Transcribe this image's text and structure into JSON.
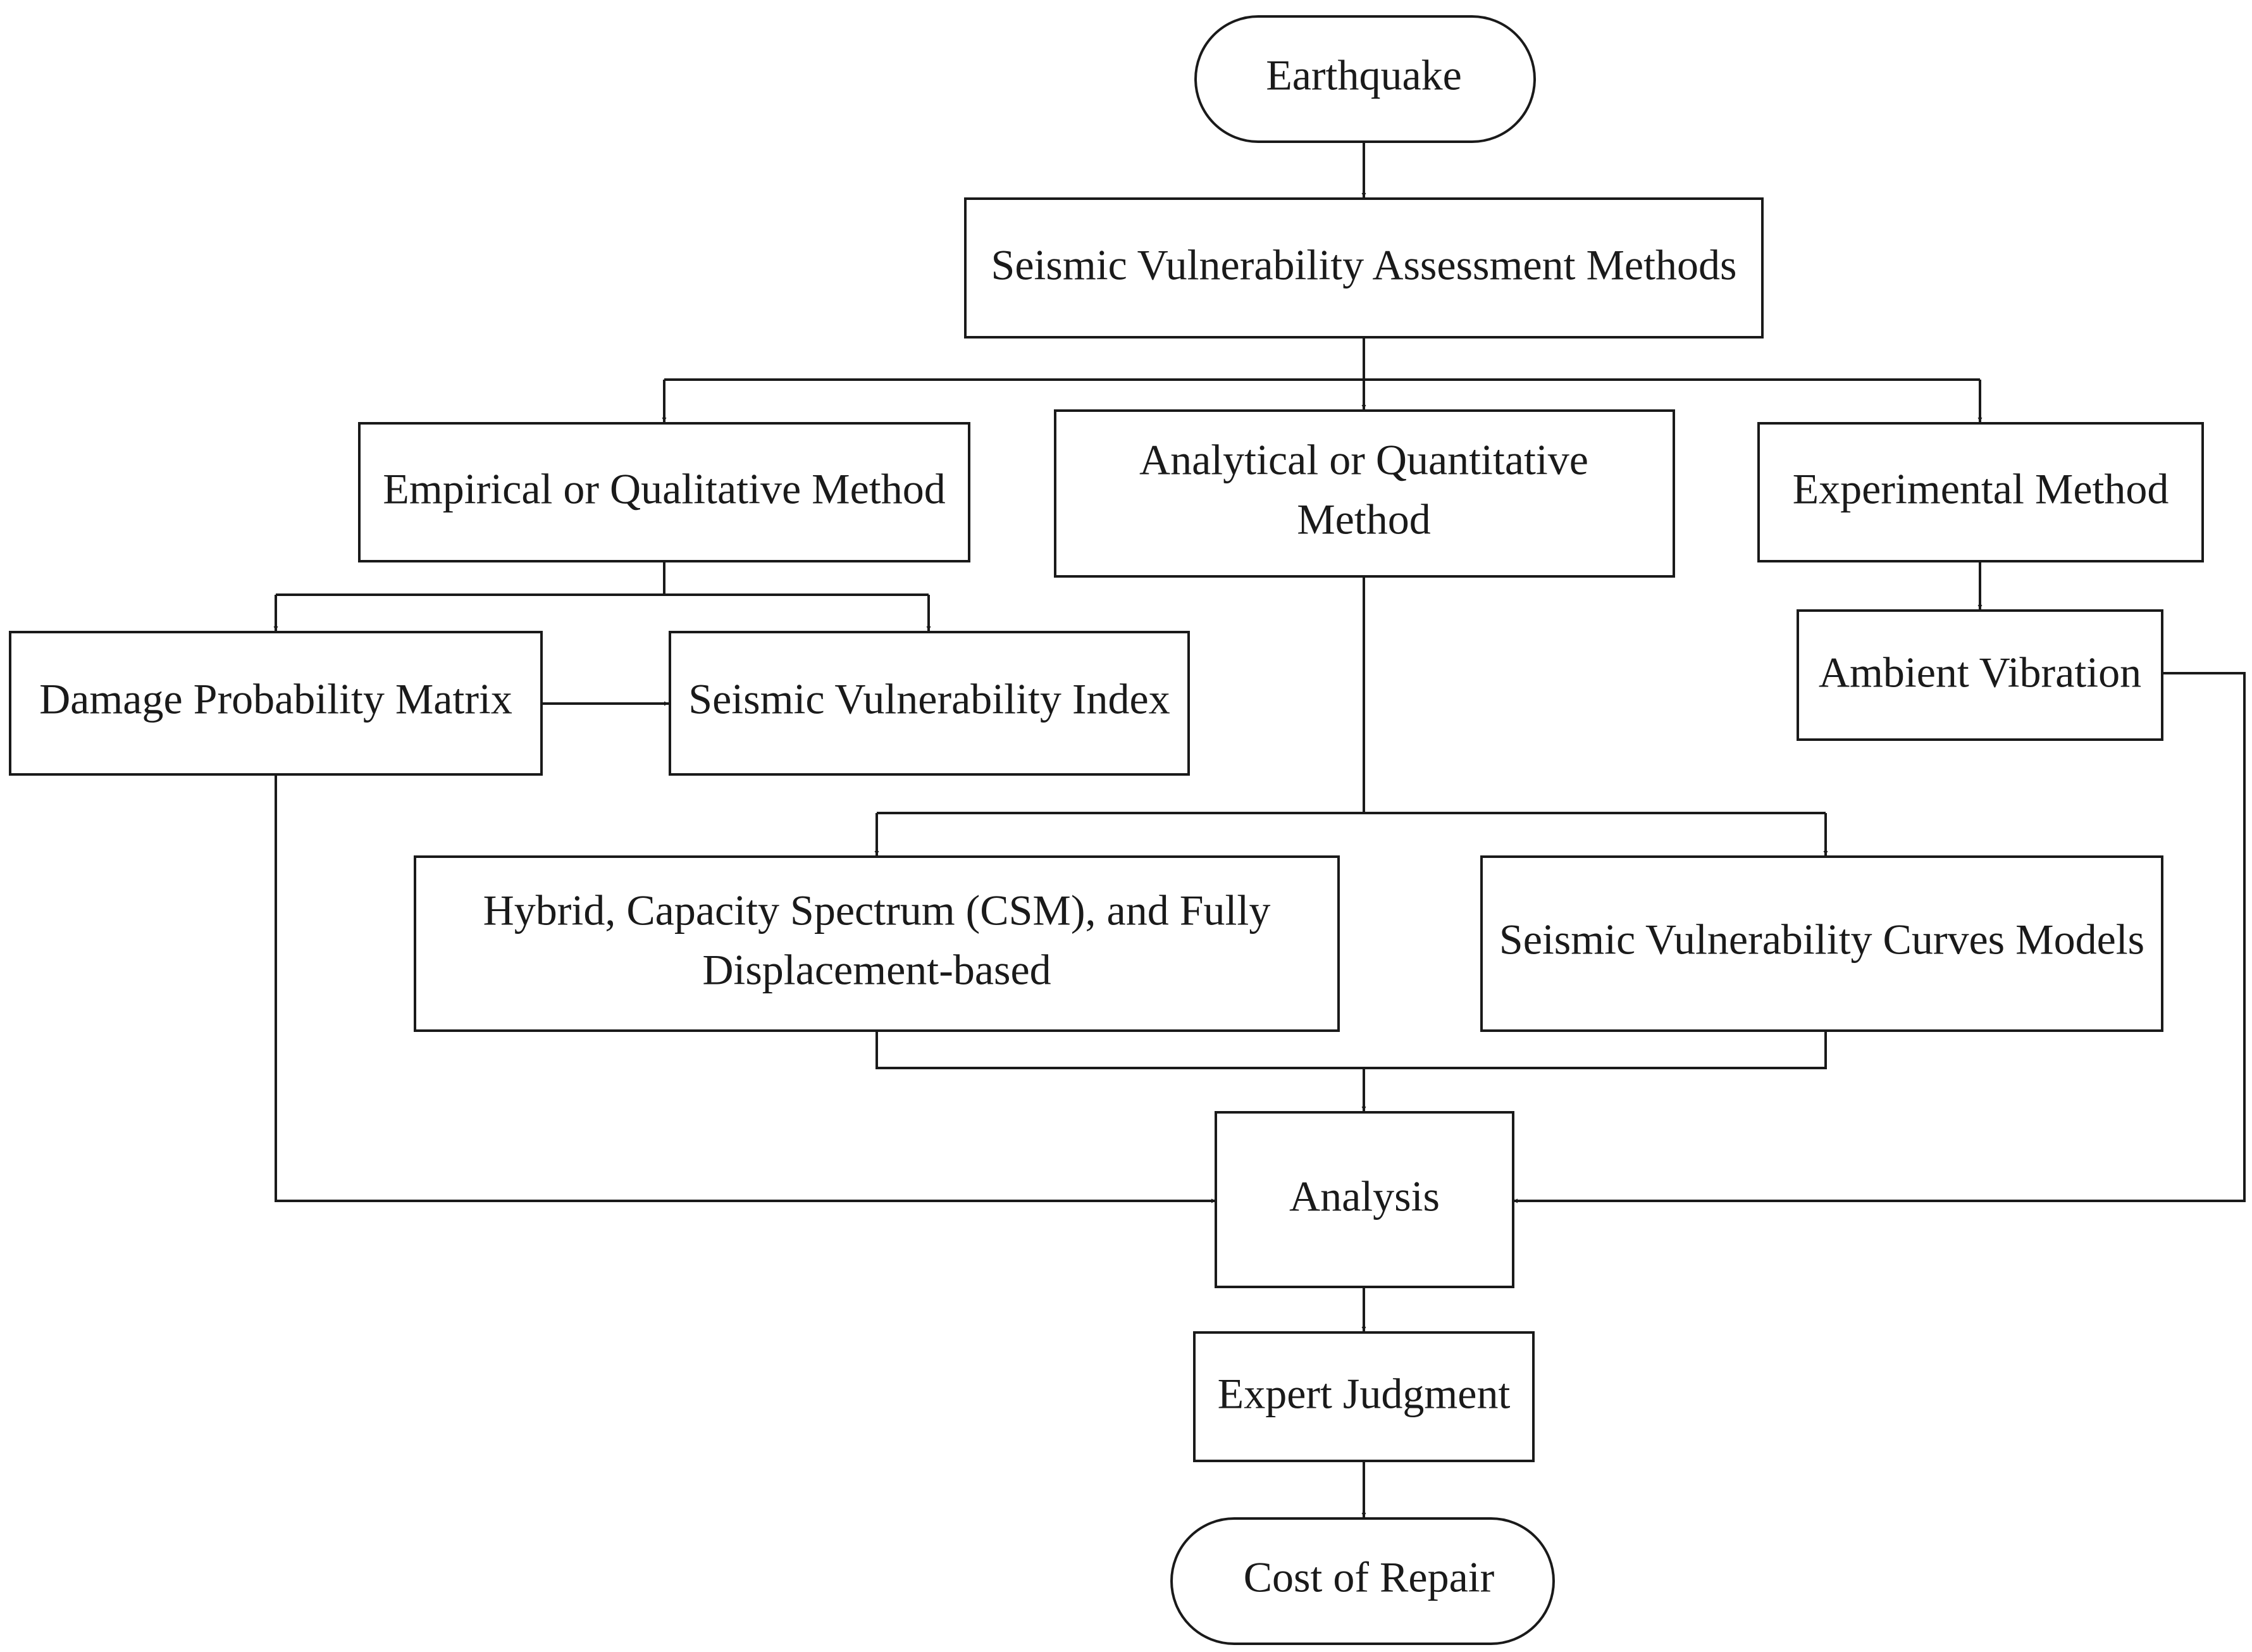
{
  "nodes": {
    "earthquake": "Earthquake",
    "assessment_methods": "Seismic Vulnerability Assessment Methods",
    "empirical": "Empirical or Qualitative Method",
    "analytical_line1": "Analytical or Quantitative",
    "analytical_line2": "Method",
    "experimental": "Experimental Method",
    "damage_matrix": "Damage Probability Matrix",
    "vulnerability_index": "Seismic Vulnerability Index",
    "ambient_vibration": "Ambient Vibration",
    "hybrid_line1": "Hybrid, Capacity Spectrum  (CSM), and Fully",
    "hybrid_line2": "Displacement-based",
    "curves_models": "Seismic Vulnerability Curves Models",
    "analysis": "Analysis",
    "expert_judgment": "Expert Judgment",
    "cost_of_repair": "Cost of Repair"
  },
  "colors": {
    "stroke": "#1a1a1a",
    "background": "#ffffff"
  }
}
